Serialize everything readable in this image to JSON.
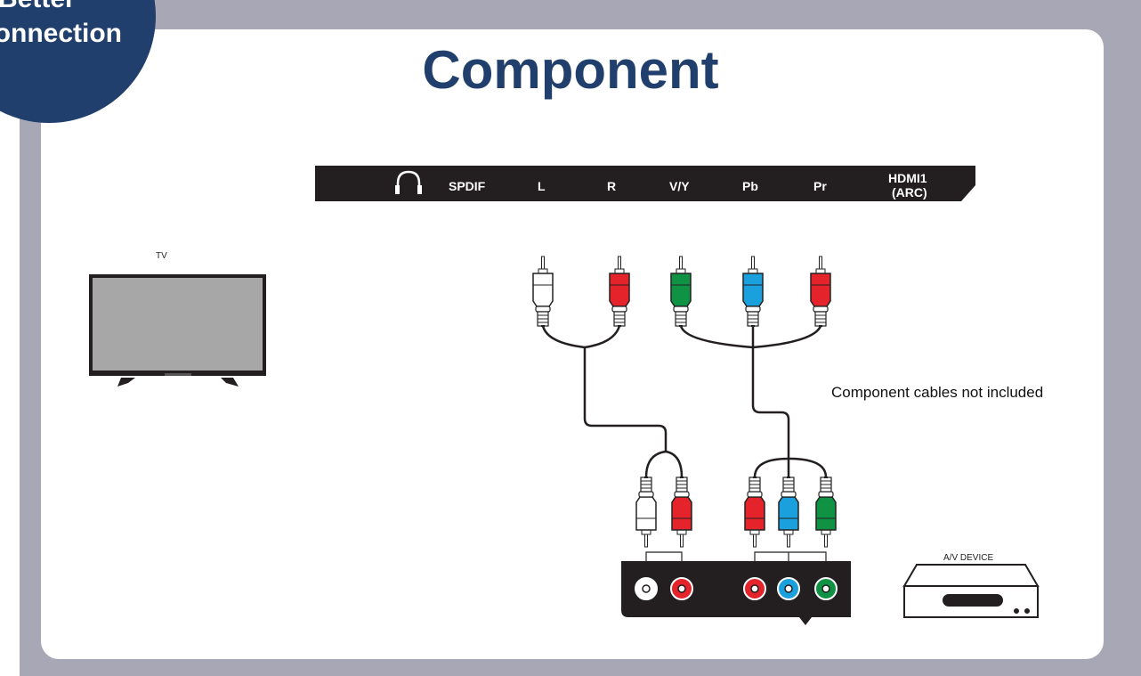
{
  "badge": {
    "line1": "Better",
    "line2": "Connection"
  },
  "title": "Component",
  "panel_labels": [
    "SPDIF",
    "L",
    "R",
    "V/Y",
    "Pb",
    "Pr"
  ],
  "panel_hdmi": {
    "line1": "HDMI1",
    "line2": "(ARC)"
  },
  "tv_label": "TV",
  "device_label": "A/V DEVICE",
  "note": "Component cables not included",
  "colors": {
    "frame": "#a8a7b6",
    "badge": "#203f6c",
    "title": "#203f6c",
    "red": "#e4232a",
    "green": "#109245",
    "blue": "#1aa0dc",
    "white": "#ffffff",
    "panel": "#231f20"
  },
  "icons": [
    "headphone-icon"
  ]
}
